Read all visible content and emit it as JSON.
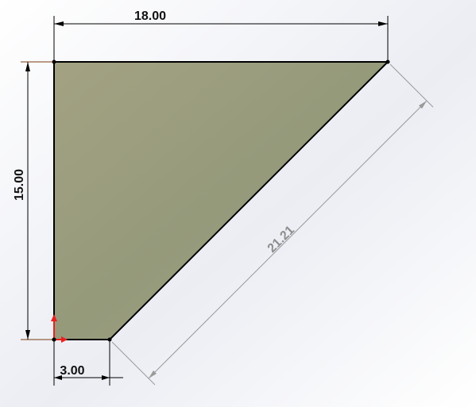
{
  "sketch": {
    "dimensions": {
      "top_width": "18.00",
      "left_height": "15.00",
      "bottom_width": "3.00",
      "diagonal_length": "21.21"
    },
    "colors": {
      "fill": "#9a9a7c",
      "edge": "#000000",
      "dimension": "#000000",
      "driven_dimension": "#9a9a9a",
      "origin_x": "#e8201e",
      "origin_y": "#e8201e",
      "extension_mark": "#7a3a10"
    },
    "icons": {
      "origin": "origin-axes-icon"
    }
  }
}
